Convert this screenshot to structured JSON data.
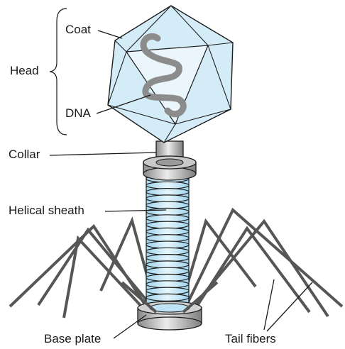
{
  "labels": {
    "coat": "Coat",
    "head": "Head",
    "dna": "DNA",
    "collar": "Collar",
    "helical_sheath": "Helical sheath",
    "base_plate": "Base plate",
    "tail_fibers": "Tail fibers"
  },
  "colors": {
    "capsid_fill": "#d4ecf7",
    "capsid_edge": "#1c1c1c",
    "dna_strand": "#8c8c8c",
    "sheath_fill": "#bfe3f4",
    "metal": "#a9a9a9",
    "fiber": "#555555",
    "leader": "#1a1a1a"
  }
}
